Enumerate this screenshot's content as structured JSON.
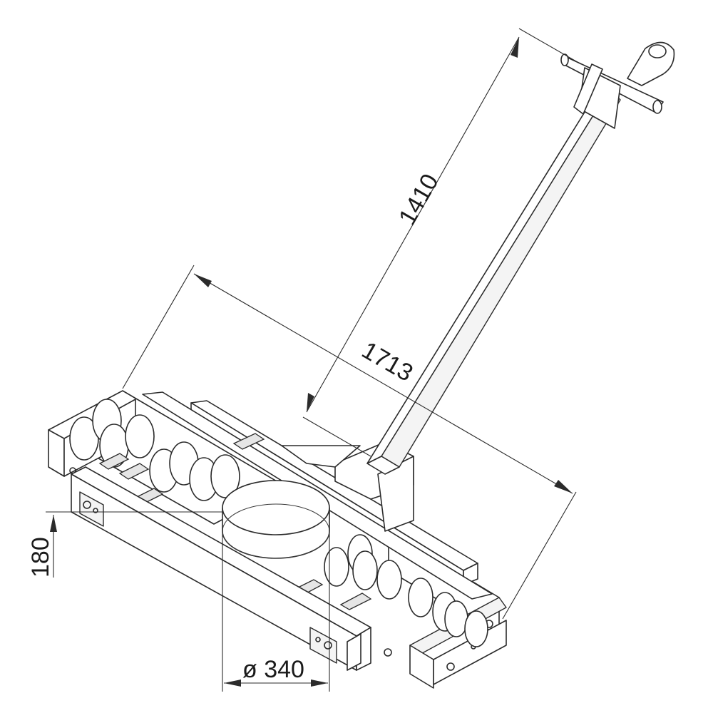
{
  "dimensions": {
    "handle_length": "1410",
    "overall_length": "1713",
    "height": "180",
    "plate_diameter": "ø 340"
  }
}
